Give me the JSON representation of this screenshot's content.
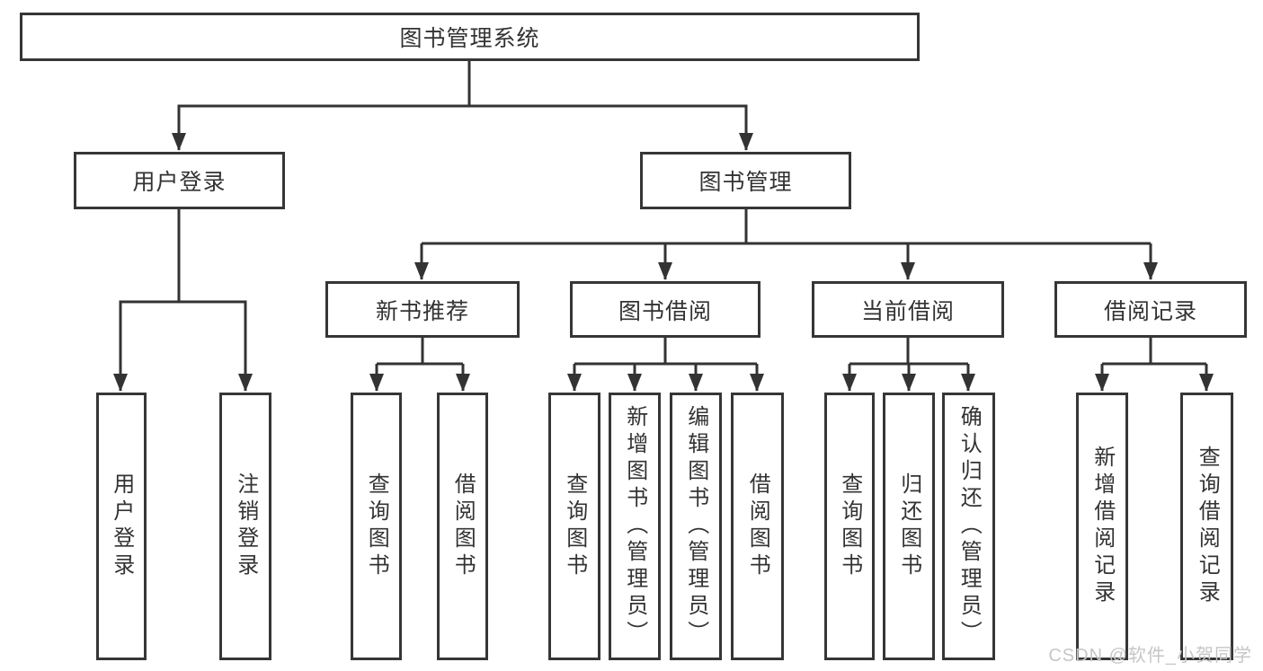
{
  "diagram": {
    "root": {
      "label": "图书管理系统"
    },
    "branches": {
      "user_login": {
        "label": "用户登录",
        "children": [
          {
            "label": "用户登录"
          },
          {
            "label": "注销登录"
          }
        ]
      },
      "book_mgmt": {
        "label": "图书管理",
        "children": [
          {
            "label": "新书推荐",
            "children": [
              {
                "label": "查询图书"
              },
              {
                "label": "借阅图书"
              }
            ]
          },
          {
            "label": "图书借阅",
            "children": [
              {
                "label": "查询图书"
              },
              {
                "label": "新增图书（管理员）"
              },
              {
                "label": "编辑图书（管理员）"
              },
              {
                "label": "借阅图书"
              }
            ]
          },
          {
            "label": "当前借阅",
            "children": [
              {
                "label": "查询图书"
              },
              {
                "label": "归还图书"
              },
              {
                "label": "确认归还（管理员）"
              }
            ]
          },
          {
            "label": "借阅记录",
            "children": [
              {
                "label": "新增借阅记录"
              },
              {
                "label": "查询借阅记录"
              }
            ]
          }
        ]
      }
    },
    "watermark": {
      "text": "CSDN @软件_小贺同学"
    },
    "colors": {
      "line": "#333333",
      "box_border": "#363636",
      "text": "#333333",
      "watermark": "#c6c6c6",
      "background": "#ffffff"
    }
  }
}
